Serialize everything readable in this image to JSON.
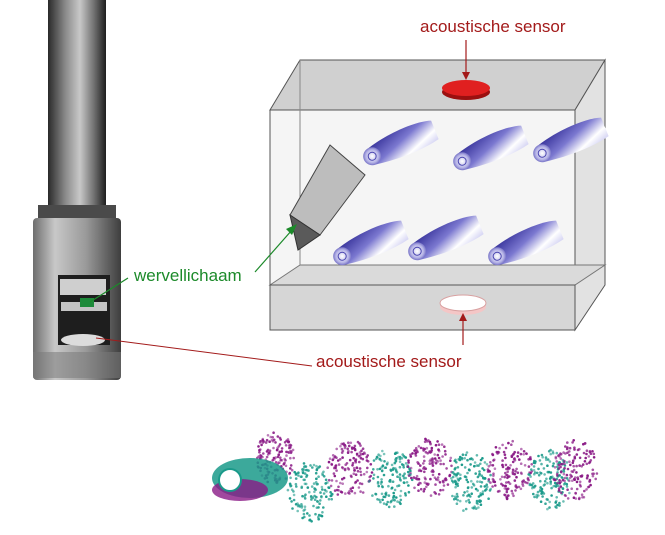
{
  "labels": {
    "sensor_top": "acoustische sensor",
    "sensor_bottom": "acoustische sensor",
    "bluff_body": "wervellichaam"
  },
  "colors": {
    "label_red": "#a31a1a",
    "label_green": "#1c8a2a",
    "sensor_red": "#e02020",
    "sensor_pale": "#f4c6c6",
    "vortex_blue": "#3b36a8",
    "wake_teal": "#1a9a8a",
    "wake_purple": "#8a1a86"
  }
}
